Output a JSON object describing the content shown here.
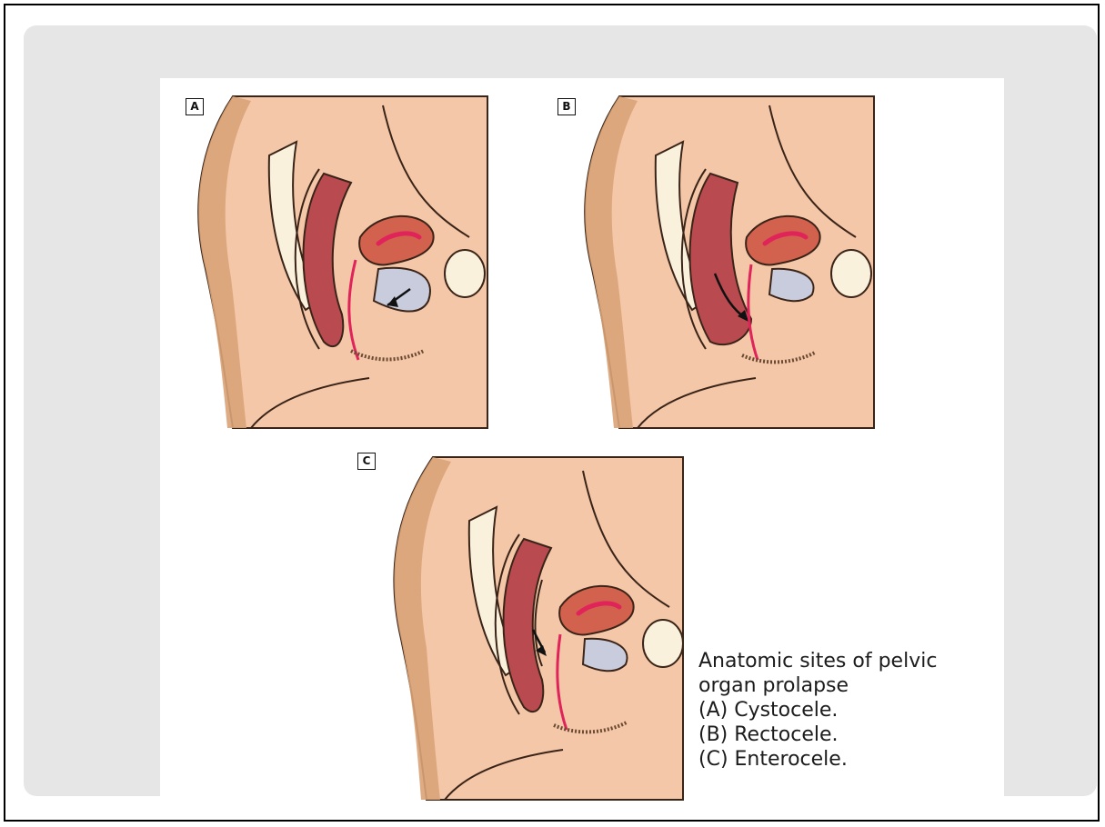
{
  "panels": [
    {
      "id": "A"
    },
    {
      "id": "B"
    },
    {
      "id": "C"
    }
  ],
  "caption": {
    "line1": "Anatomic sites of pelvic",
    "line2": "organ prolapse",
    "line3": "(A) Cystocele.",
    "line4": "(B) Rectocele.",
    "line5": "(C) Enterocele."
  },
  "colors": {
    "slide_background": "#e6e6e6",
    "skin": "#f4c7a8",
    "skin_shadow": "#d9a377",
    "rectum": "#b94a4f",
    "uterus": "#d2624e",
    "uterine_cavity": "#e0245a",
    "bladder": "#c8ccdc",
    "bone": "#faf1dc",
    "outline": "#3a2418"
  }
}
